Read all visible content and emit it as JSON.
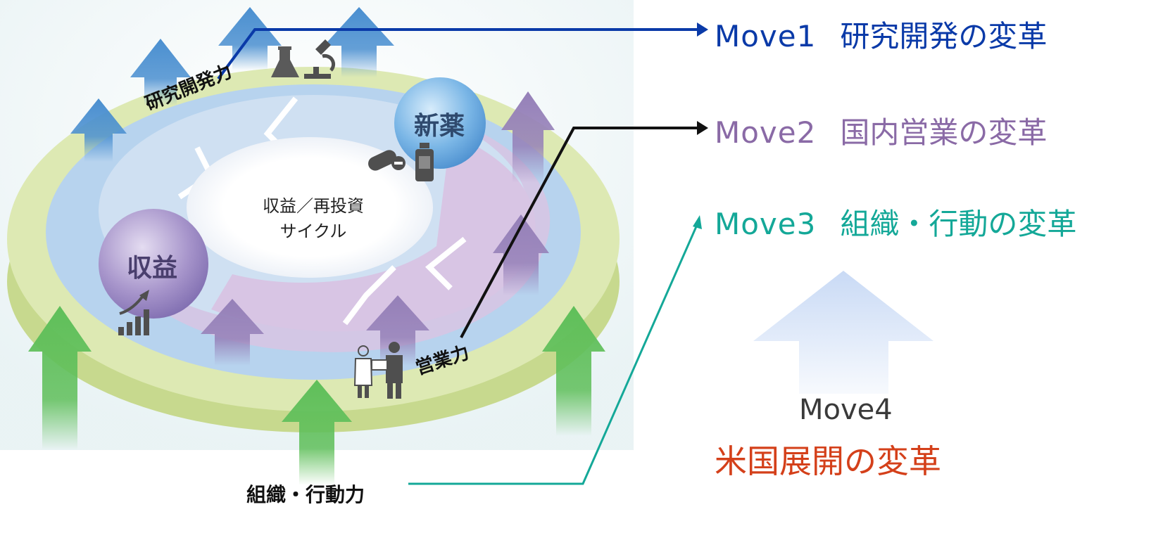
{
  "colors": {
    "move1": "#0a3aa8",
    "move2": "#8a6aa6",
    "move3": "#14a898",
    "move4_title": "#d4401a",
    "arrow_blue": "#4a8fd0",
    "arrow_purple": "#9580b8",
    "arrow_green": "#5fbf5a",
    "ring_outer": "#d7e6a8",
    "ring_mid": "#b9d3ef",
    "ring_inner": "#d8c8e4"
  },
  "diagram": {
    "ring_labels": {
      "rd": "研究開発力",
      "sales": "営業力",
      "org": "組織・行動力"
    },
    "bubbles": {
      "new_drug": "新薬",
      "revenue": "収益"
    },
    "center": {
      "line1": "収益／再投資",
      "line2": "サイクル"
    }
  },
  "moves": [
    {
      "label": "Move1",
      "title": "研究開発の変革"
    },
    {
      "label": "Move2",
      "title": "国内営業の変革"
    },
    {
      "label": "Move3",
      "title": "組織・行動の変革"
    }
  ],
  "move4": {
    "label": "Move4",
    "title": "米国展開の変革"
  },
  "icons": [
    "flask-icon",
    "microscope-icon",
    "pill-icon",
    "medicine-bottle-icon",
    "growth-chart-icon",
    "people-icon"
  ]
}
